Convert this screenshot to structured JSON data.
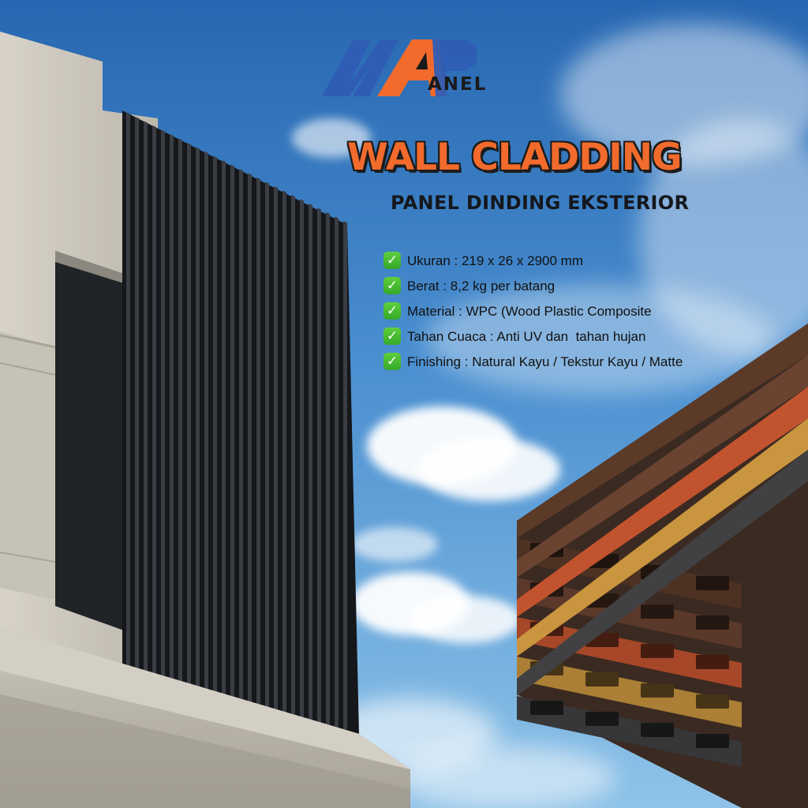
{
  "brand": {
    "word": "ANEL",
    "colors": {
      "blue": "#2f5db5",
      "orange": "#f26b2c",
      "dark": "#1a1a1a"
    }
  },
  "headline": "WALL CLADDING",
  "subheadline": "PANEL DINDING EKSTERIOR",
  "specs": [
    {
      "icon": "check-mark-icon",
      "text": "Ukuran : 219 x 26 x 2900 mm"
    },
    {
      "icon": "check-mark-icon",
      "text": "Berat : 8,2 kg per batang"
    },
    {
      "icon": "check-mark-icon",
      "text": "Material : WPC (Wood Plastic Composite"
    },
    {
      "icon": "check-mark-icon",
      "text": "Tahan Cuaca : Anti UV dan  tahan hujan"
    },
    {
      "icon": "check-mark-icon",
      "text": "Finishing : Natural Kayu / Tekstur Kayu / Matte"
    }
  ],
  "panel_colors": [
    "#5b3a28",
    "#6a4331",
    "#c2532f",
    "#c9953f",
    "#414143"
  ],
  "theme": {
    "sky_top": "#2a6fb8",
    "sky_bottom": "#8fc3e8",
    "wall": "#cfcabf",
    "slat": "#1d1f24"
  }
}
